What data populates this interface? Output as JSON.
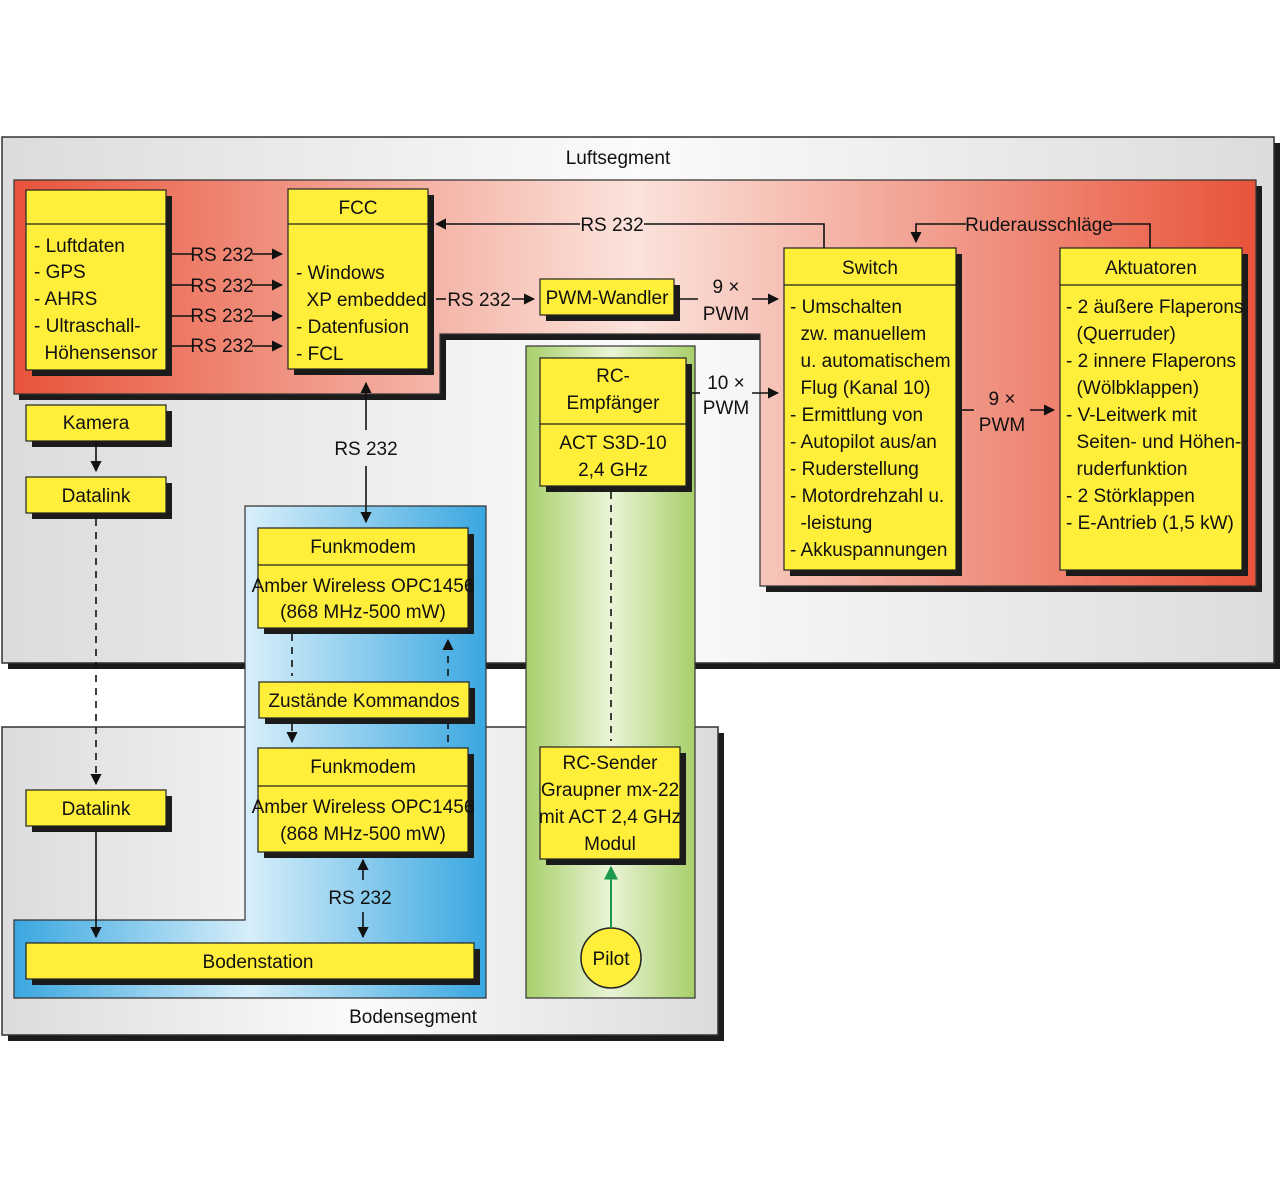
{
  "colors": {
    "box_fill": "#ffef3a",
    "box_stroke": "#222222",
    "shadow": "#1b1b1b",
    "air_segment": "#e9e9e9",
    "red_region": "#e8533a",
    "blue_region": "#3aa7e0",
    "green_region": "#a8cf6a",
    "pilot_arrow": "#1a9a4a"
  },
  "segments": {
    "air": "Luftsegment",
    "ground": "Bodensegment"
  },
  "boxes": {
    "sensors": {
      "lines": [
        "- Luftdaten",
        "- GPS",
        "- AHRS",
        "- Ultraschall-",
        "  Höhensensor"
      ]
    },
    "fcc": {
      "title": "FCC",
      "lines": [
        "- Windows",
        "  XP embedded",
        "- Datenfusion",
        "- FCL"
      ]
    },
    "pwm_converter": {
      "title": "PWM-Wandler"
    },
    "switch": {
      "title": "Switch",
      "lines": [
        "- Umschalten",
        "  zw. manuellem",
        "  u. automatischem",
        "  Flug (Kanal 10)",
        "- Ermittlung von",
        "- Autopilot aus/an",
        "- Ruderstellung",
        "- Motordrehzahl u.",
        "  -leistung",
        "- Akkuspannungen"
      ]
    },
    "actuators": {
      "title": "Aktuatoren",
      "lines": [
        "- 2 äußere Flaperons",
        "  (Querruder)",
        "- 2 innere Flaperons",
        "  (Wölbklappen)",
        "- V-Leitwerk mit",
        "  Seiten- und Höhen-",
        "  ruderfunktion",
        "- 2 Störklappen",
        "- E-Antrieb (1,5 kW)"
      ]
    },
    "rc_receiver": {
      "title_lines": [
        "RC-",
        "Empfänger"
      ],
      "lines": [
        "ACT S3D-10",
        "2,4 GHz"
      ]
    },
    "camera": {
      "title": "Kamera"
    },
    "datalink_air": {
      "title": "Datalink"
    },
    "modem_air": {
      "title": "Funkmodem",
      "lines": [
        "Amber Wireless OPC1456",
        "(868 MHz-500 mW)"
      ]
    },
    "states": {
      "title": "Zustände Kommandos"
    },
    "modem_ground": {
      "title": "Funkmodem",
      "lines": [
        "Amber Wireless OPC1456",
        "(868 MHz-500 mW)"
      ]
    },
    "rc_sender": {
      "lines": [
        "RC-Sender",
        "Graupner mx-22",
        "mit ACT 2,4 GHz",
        "Modul"
      ]
    },
    "datalink_ground": {
      "title": "Datalink"
    },
    "ground_station": {
      "title": "Bodenstation"
    },
    "pilot": {
      "title": "Pilot"
    }
  },
  "labels": {
    "rs232": "RS 232",
    "ruderausschlaege": "Ruderausschläge",
    "pwm9_a": "9 ×",
    "pwm9_b": "PWM",
    "pwm10_a": "10 ×",
    "pwm10_b": "PWM",
    "pwm9out_a": "9 ×",
    "pwm9out_b": "PWM"
  }
}
